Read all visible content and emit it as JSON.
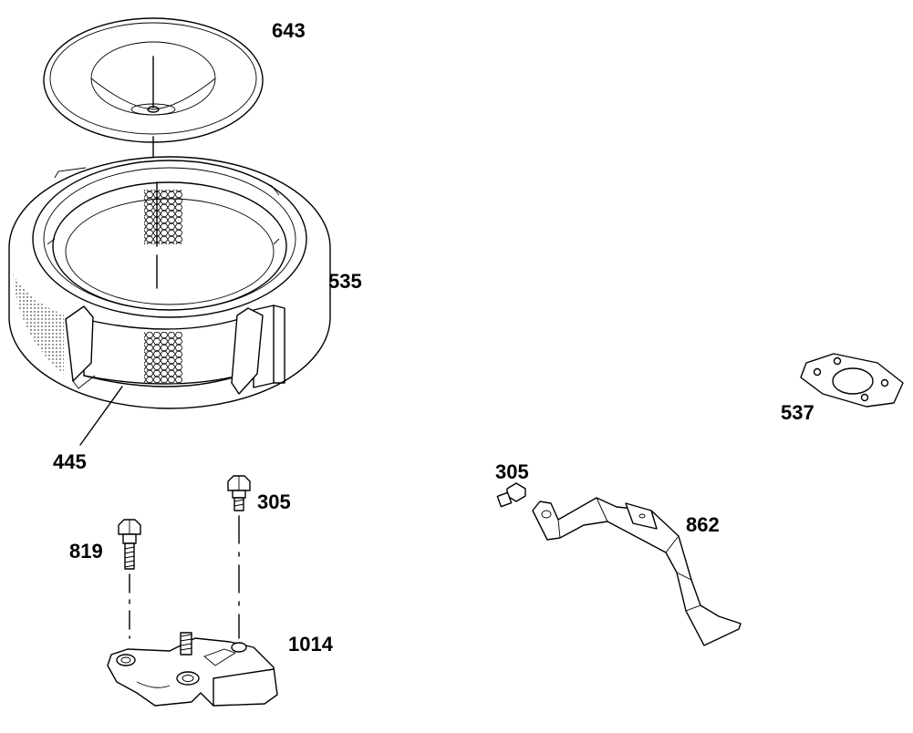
{
  "labels": {
    "air_cleaner_cover": "643",
    "air_cleaner_element": "535",
    "pre_cleaner": "445",
    "bolt_bracket": "819",
    "screw_bracket": "305",
    "base_bracket": "1014",
    "screw_support": "305",
    "support_bracket": "862",
    "gasket": "537"
  }
}
